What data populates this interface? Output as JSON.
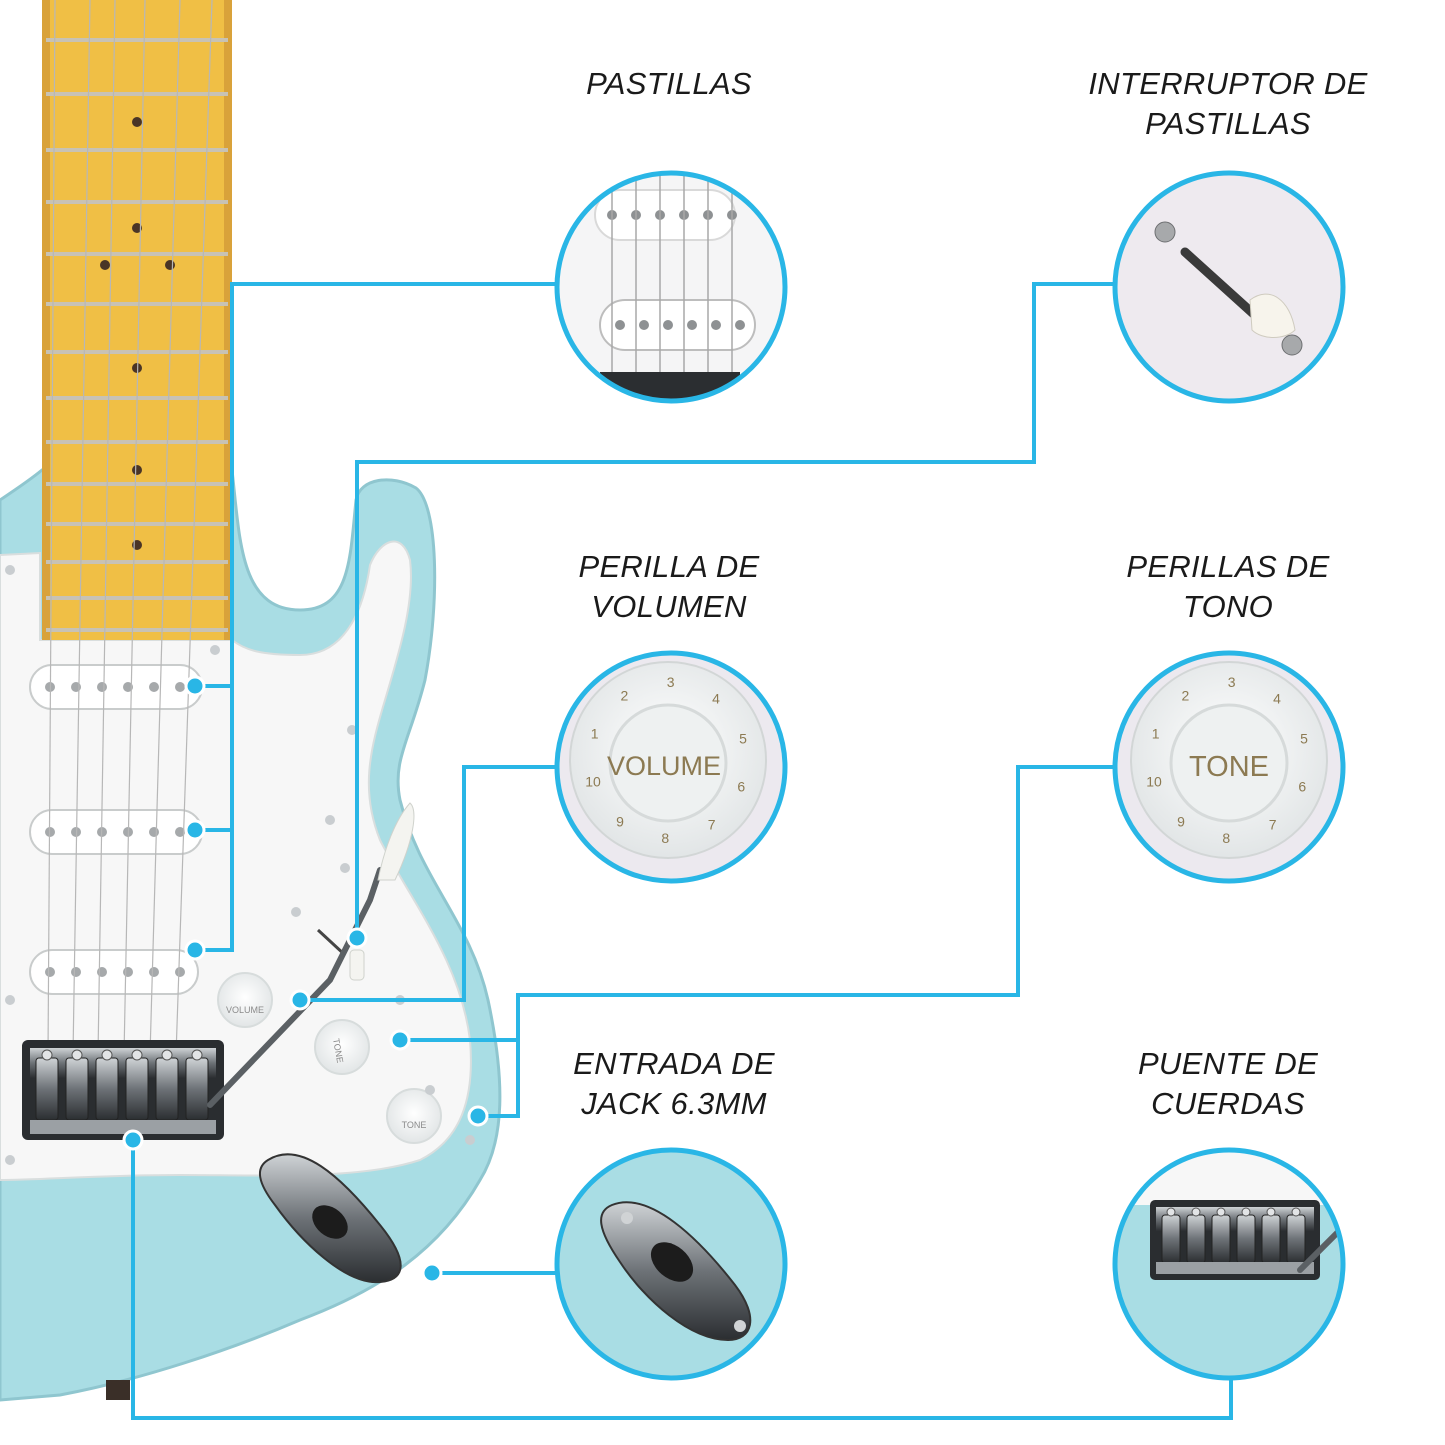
{
  "accent_color": "#29b6e6",
  "guitar": {
    "body_color": "#a9dde4",
    "pickguard_color": "#f7f7f7",
    "neck_color": "#f0bf45",
    "knob_labels": {
      "volume": "VOLUME",
      "tone": "TONE"
    }
  },
  "callouts": [
    {
      "id": "pastillas",
      "lines": [
        "PASTILLAS"
      ],
      "icon": "pickups-closeup"
    },
    {
      "id": "interruptor",
      "lines": [
        "INTERRUPTOR DE",
        "PASTILLAS"
      ],
      "icon": "selector-switch-closeup"
    },
    {
      "id": "volumen",
      "lines": [
        "PERILLA DE",
        "VOLUMEN"
      ],
      "icon": "volume-knob-closeup",
      "knob_text": "VOLUME"
    },
    {
      "id": "tono",
      "lines": [
        "PERILLAS DE",
        "TONO"
      ],
      "icon": "tone-knob-closeup",
      "knob_text": "TONE"
    },
    {
      "id": "jack",
      "lines": [
        "ENTRADA DE",
        "JACK 6.3MM"
      ],
      "icon": "jack-input-closeup"
    },
    {
      "id": "puente",
      "lines": [
        "PUENTE DE",
        "CUERDAS"
      ],
      "icon": "bridge-closeup"
    }
  ]
}
